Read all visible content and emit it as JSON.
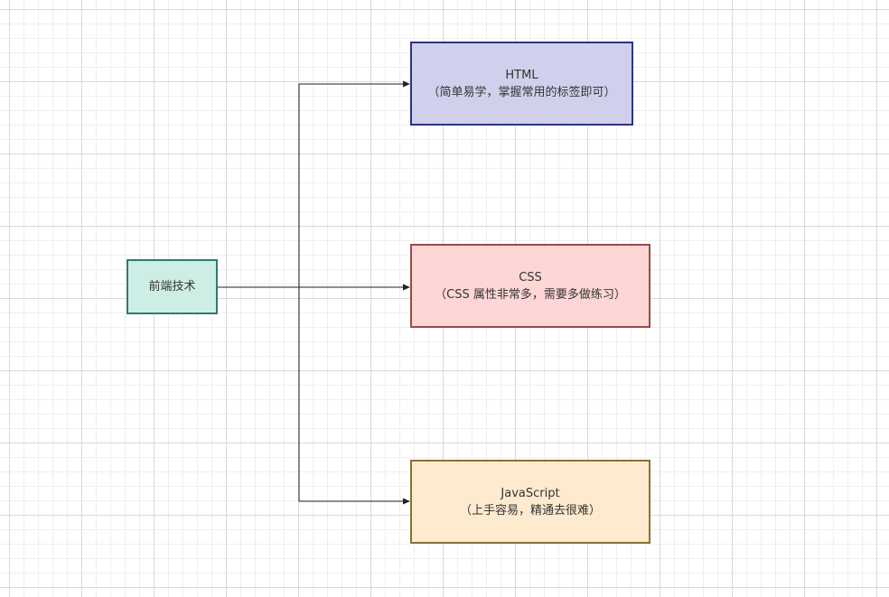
{
  "diagram": {
    "root": {
      "label": "前端技术",
      "fill": "#cdeee5",
      "stroke": "#2f7b6e"
    },
    "children": [
      {
        "title": "HTML",
        "note": "（简单易学，掌握常用的标签即可）",
        "fill": "#d0d0ec",
        "stroke": "#2b3580"
      },
      {
        "title": "CSS",
        "note": "（CSS 属性非常多，需要多做练习）",
        "fill": "#fed6d6",
        "stroke": "#9a4a4a"
      },
      {
        "title": "JavaScript",
        "note": "（上手容易，精通去很难）",
        "fill": "#feebcf",
        "stroke": "#8a7135"
      }
    ],
    "edge_color": "#222222"
  }
}
